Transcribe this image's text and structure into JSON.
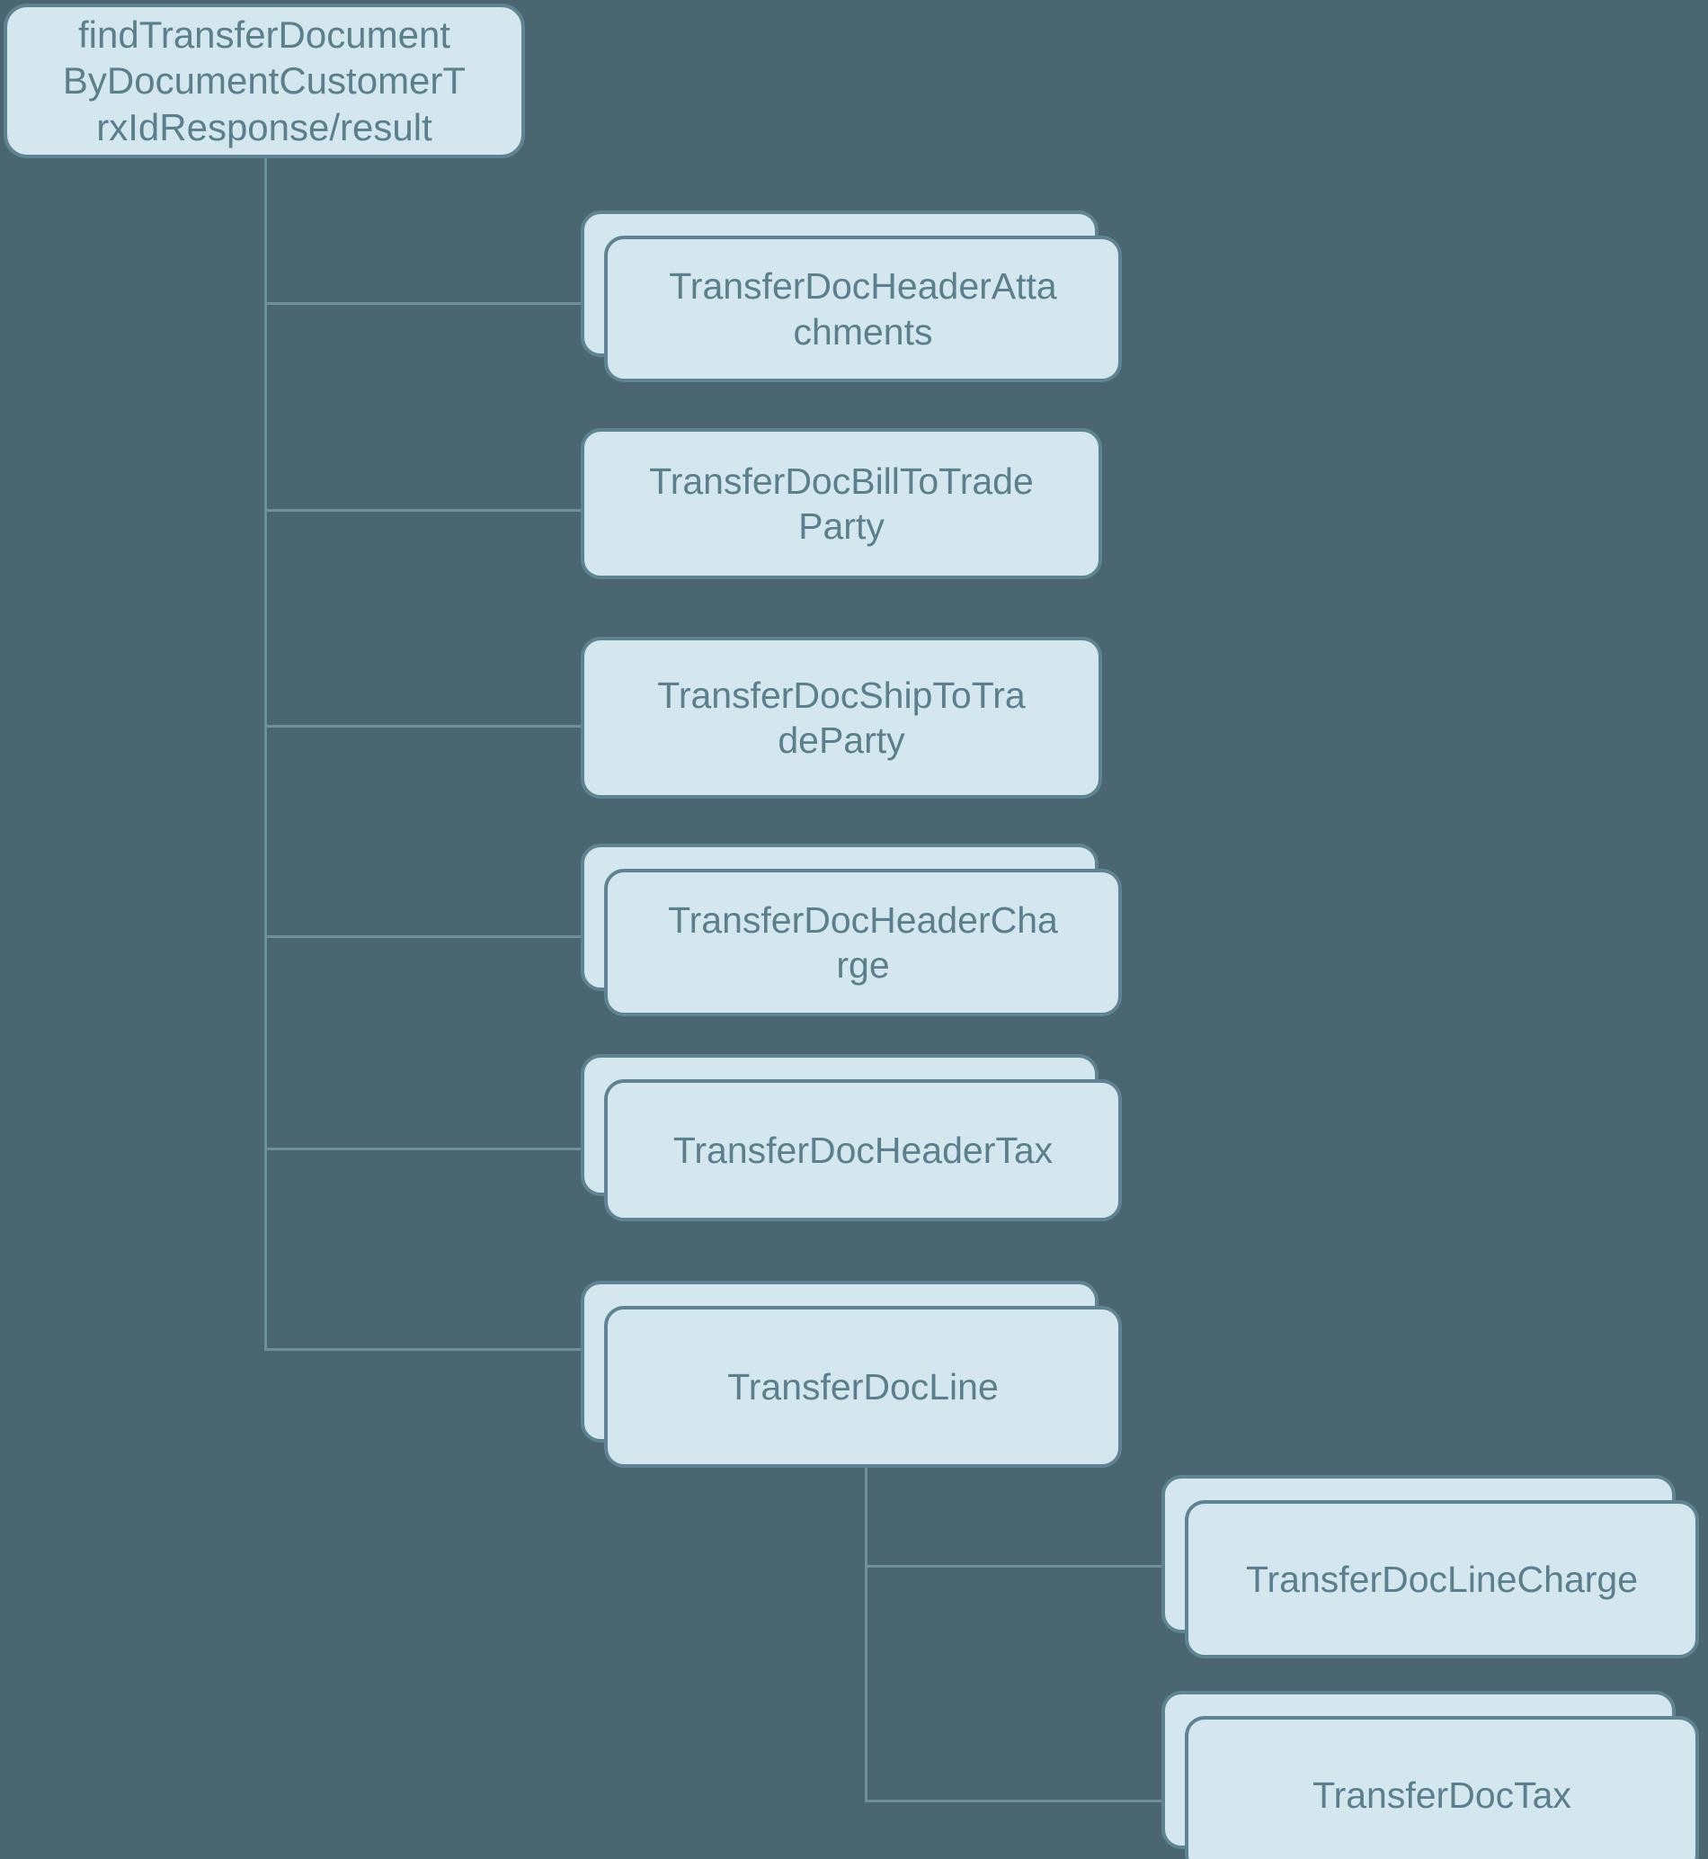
{
  "diagram": {
    "type": "tree",
    "title": "findTransferDocumentByDocumentCustomerTrxIdResponse/result structure",
    "background_color": "#4a6670",
    "node_fill_color": "#d4e6ee",
    "node_border_color": "#5f8491",
    "text_color": "#5b808d",
    "connector_color": "#6d909c"
  },
  "nodes": {
    "root": {
      "label": "findTransferDocument\nByDocumentCustomerT\nrxIdResponse/result",
      "is_collection": false,
      "level": 0
    },
    "attachments": {
      "label": "TransferDocHeaderAtta\nchments",
      "is_collection": true,
      "level": 1
    },
    "bill_to": {
      "label": "TransferDocBillToTrade\nParty",
      "is_collection": false,
      "level": 1
    },
    "ship_to": {
      "label": "TransferDocShipToTra\ndeParty",
      "is_collection": false,
      "level": 1
    },
    "header_charge": {
      "label": "TransferDocHeaderCha\nrge",
      "is_collection": true,
      "level": 1
    },
    "header_tax": {
      "label": "TransferDocHeaderTax",
      "is_collection": true,
      "level": 1
    },
    "line": {
      "label": "TransferDocLine",
      "is_collection": true,
      "level": 1
    },
    "line_charge": {
      "label": "TransferDocLineCharge",
      "is_collection": true,
      "level": 2
    },
    "doc_tax": {
      "label": "TransferDocTax",
      "is_collection": true,
      "level": 2
    }
  },
  "edges": [
    {
      "from": "root",
      "to": "attachments"
    },
    {
      "from": "root",
      "to": "bill_to"
    },
    {
      "from": "root",
      "to": "ship_to"
    },
    {
      "from": "root",
      "to": "header_charge"
    },
    {
      "from": "root",
      "to": "header_tax"
    },
    {
      "from": "root",
      "to": "line"
    },
    {
      "from": "line",
      "to": "line_charge"
    },
    {
      "from": "line",
      "to": "doc_tax"
    }
  ]
}
